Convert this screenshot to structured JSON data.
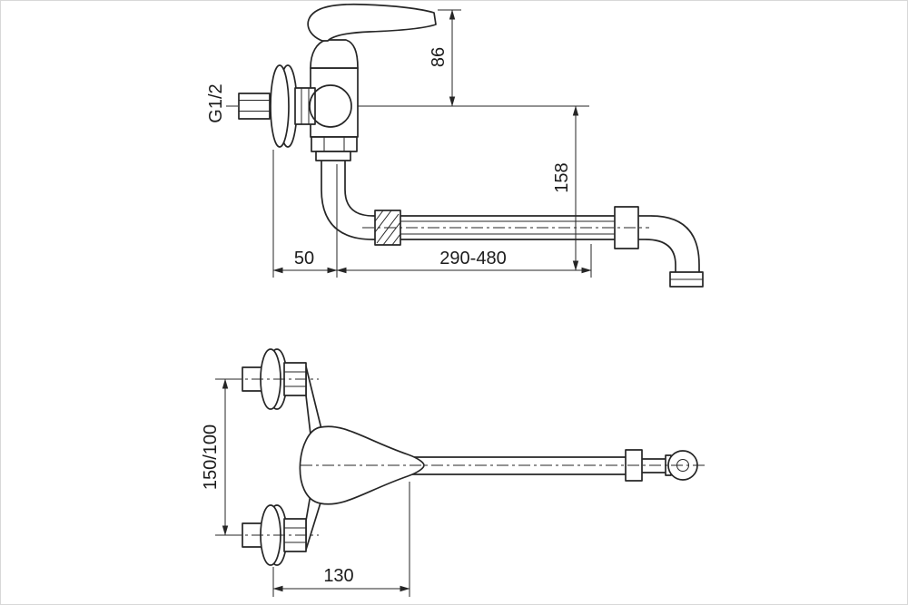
{
  "drawing": {
    "background": "#ffffff",
    "line_color": "#262626",
    "views": {
      "side_view": {
        "labels": {
          "inlet_thread": "G1/2",
          "handle_height": "86",
          "outlet_drop": "158",
          "wall_offset": "50",
          "spout_reach": "290-480"
        }
      },
      "plan_view": {
        "labels": {
          "mounting_centers": "150/100",
          "body_length": "130"
        }
      }
    }
  }
}
